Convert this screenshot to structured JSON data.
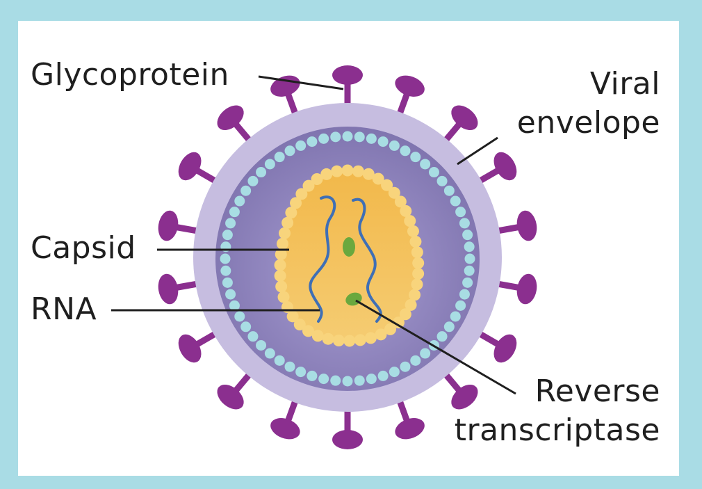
{
  "diagram": {
    "labels": {
      "glycoprotein": "Glycoprotein",
      "viral_envelope_line1": "Viral",
      "viral_envelope_line2": "envelope",
      "capsid": "Capsid",
      "rna": "RNA",
      "reverse_transcriptase_line1": "Reverse",
      "reverse_transcriptase_line2": "transcriptase"
    },
    "colors": {
      "background": "#a9dce5",
      "panel": "#ffffff",
      "outer_envelope": "#c6bde0",
      "inner_envelope": "#8f84bd",
      "lipid_beads": "#a8dde3",
      "capsid_fill": "#efc25a",
      "capsid_beads": "#f8d47c",
      "rna_strand": "#3f6fb5",
      "enzyme": "#6aa83e",
      "glycoprotein": "#8b2f8f",
      "leader_lines": "#1f1f1f"
    }
  }
}
